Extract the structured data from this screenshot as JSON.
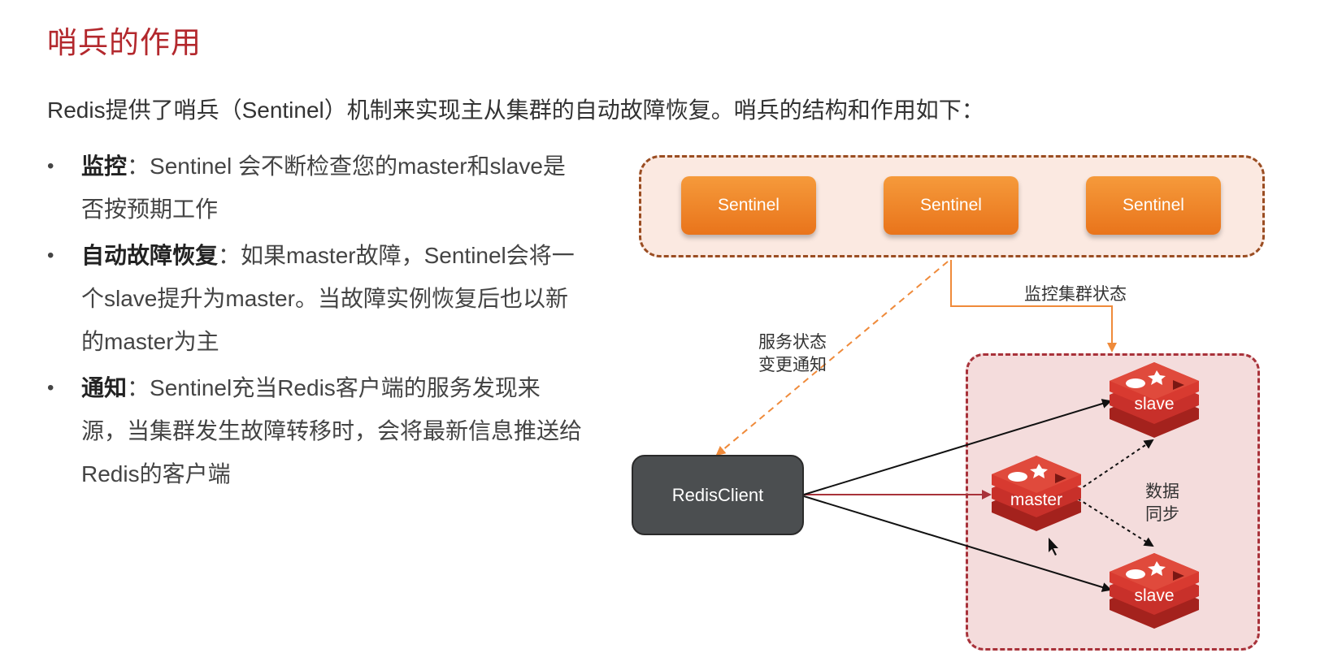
{
  "title": "哨兵的作用",
  "intro": "Redis提供了哨兵（Sentinel）机制来实现主从集群的自动故障恢复。哨兵的结构和作用如下：",
  "bullets": [
    {
      "term": "监控",
      "text": "：Sentinel 会不断检查您的master和slave是否按预期工作"
    },
    {
      "term": "自动故障恢复",
      "text": "：如果master故障，Sentinel会将一个slave提升为master。当故障实例恢复后也以新的master为主"
    },
    {
      "term": "通知",
      "text": "：Sentinel充当Redis客户端的服务发现来源，当集群发生故障转移时，会将最新信息推送给Redis的客户端"
    }
  ],
  "diagram": {
    "sentinels": [
      "Sentinel",
      "Sentinel",
      "Sentinel"
    ],
    "monitor_label": "监控集群状态",
    "notify_label_line1": "服务状态",
    "notify_label_line2": "变更通知",
    "client_label": "RedisClient",
    "master_label": "master",
    "slave1_label": "slave",
    "slave2_label": "slave",
    "sync_label_line1": "数据",
    "sync_label_line2": "同步"
  },
  "colors": {
    "title": "#b3282d",
    "sentinel": "#ee8227",
    "sentinel_border": "#9a4d22",
    "cluster_border": "#a8323a",
    "redis_red": "#c8302a",
    "client": "#4b4e50"
  }
}
